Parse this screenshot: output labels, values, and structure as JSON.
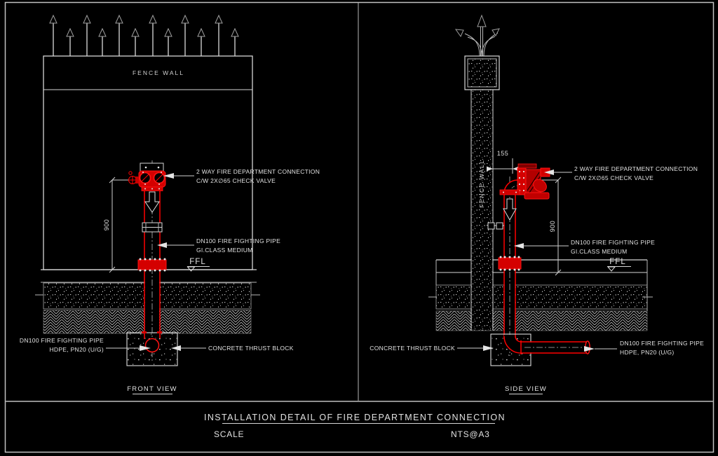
{
  "colors": {
    "red": "#ff0000",
    "red-dark": "#c80000",
    "line": "#d6d6d6",
    "frame": "#c2c2c2"
  },
  "front_view": {
    "fence_wall": "FENCE WALL",
    "fdc_note": {
      "line1": "2 WAY FIRE DEPARTMENT CONNECTION",
      "line2": "C/W 2X∅65 CHECK VALVE"
    },
    "dim_900": "900",
    "pipe_note": {
      "line1": "DN100 FIRE FIGHTING PIPE",
      "line2": "GI.CLASS MEDIUM"
    },
    "ffl": "FFL",
    "ug_pipe_note": {
      "line1": "DN100 FIRE FIGHTING PIPE",
      "line2": "HDPE, PN20 (U/G)"
    },
    "thrust_block": "CONCRETE THRUST BLOCK",
    "caption": "FRONT VIEW"
  },
  "side_view": {
    "fence_wall": "FENCE WALL",
    "dim_155": "155",
    "dim_900": "900",
    "fdc_note": {
      "line1": "2 WAY FIRE DEPARTMENT CONNECTION",
      "line2": "C/W 2X∅65 CHECK VALVE"
    },
    "pipe_note": {
      "line1": "DN100 FIRE FIGHTING PIPE",
      "line2": "GI.CLASS MEDIUM"
    },
    "ffl": "FFL",
    "thrust_block": "CONCRETE THRUST BLOCK",
    "ug_pipe_note": {
      "line1": "DN100 FIRE FIGHTING PIPE",
      "line2": "HDPE, PN20 (U/G)"
    },
    "caption": "SIDE VIEW"
  },
  "title_block": {
    "title": "INSTALLATION DETAIL OF FIRE DEPARTMENT CONNECTION",
    "scale_label": "SCALE",
    "scale_value": "NTS@A3"
  }
}
